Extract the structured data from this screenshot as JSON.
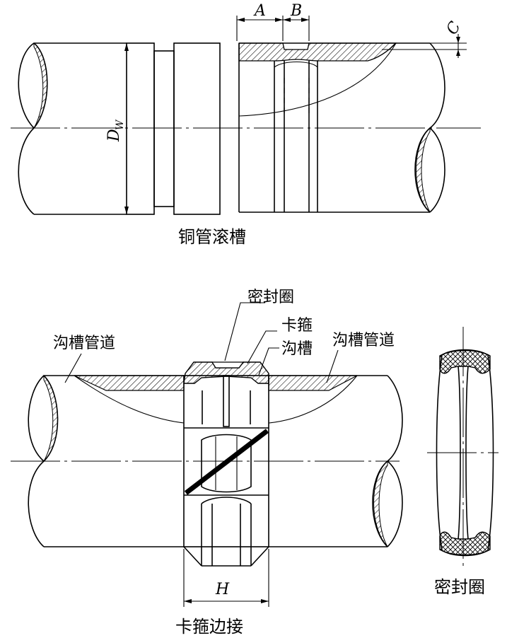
{
  "top": {
    "caption": "铜管滚槽",
    "dim_a": "A",
    "dim_b": "B",
    "dim_c": "C",
    "dim_dw": "D",
    "dim_dw_sub": "W"
  },
  "bottom": {
    "caption": "卡箍边接",
    "label_seal": "密封圈",
    "label_clamp": "卡箍",
    "label_groove": "沟槽",
    "label_left_pipe": "沟槽管道",
    "label_right_pipe": "沟槽管道",
    "dim_h": "H"
  },
  "side": {
    "caption": "密封圈"
  }
}
